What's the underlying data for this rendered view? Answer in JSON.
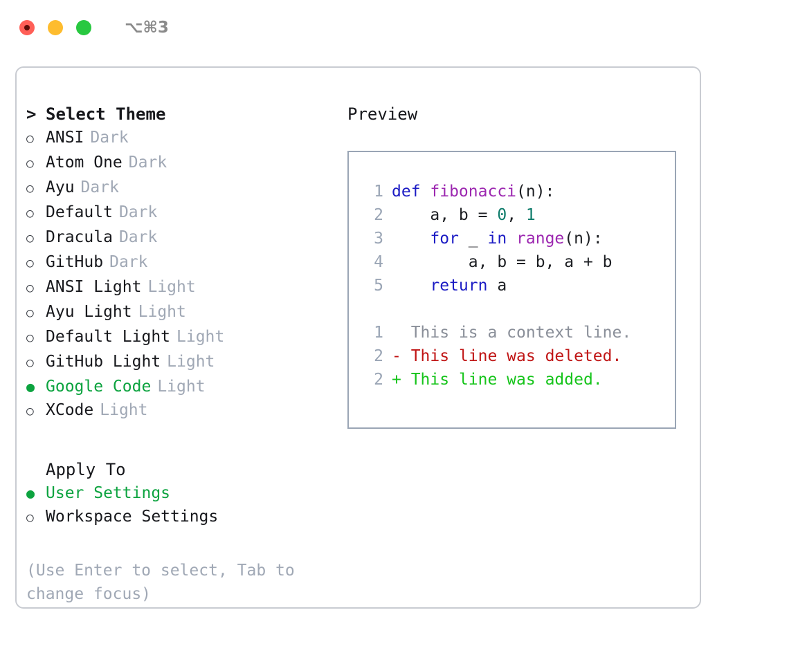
{
  "window": {
    "shortcut": "⌥⌘3",
    "traffic_lights": [
      "close",
      "minimize",
      "zoom"
    ]
  },
  "theme_panel": {
    "header": {
      "marker": ">",
      "label": "Select Theme"
    },
    "themes": [
      {
        "marker": "○",
        "name": "ANSI",
        "variant": "Dark",
        "selected": false
      },
      {
        "marker": "○",
        "name": "Atom One",
        "variant": "Dark",
        "selected": false
      },
      {
        "marker": "○",
        "name": "Ayu",
        "variant": "Dark",
        "selected": false
      },
      {
        "marker": "○",
        "name": "Default",
        "variant": "Dark",
        "selected": false
      },
      {
        "marker": "○",
        "name": "Dracula",
        "variant": "Dark",
        "selected": false
      },
      {
        "marker": "○",
        "name": "GitHub",
        "variant": "Dark",
        "selected": false
      },
      {
        "marker": "○",
        "name": "ANSI Light",
        "variant": "Light",
        "selected": false
      },
      {
        "marker": "○",
        "name": "Ayu Light",
        "variant": "Light",
        "selected": false
      },
      {
        "marker": "○",
        "name": "Default Light",
        "variant": "Light",
        "selected": false
      },
      {
        "marker": "○",
        "name": "GitHub Light",
        "variant": "Light",
        "selected": false
      },
      {
        "marker": "●",
        "name": "Google Code",
        "variant": "Light",
        "selected": true
      },
      {
        "marker": "○",
        "name": "XCode",
        "variant": "Light",
        "selected": false
      }
    ],
    "apply_to": {
      "header": "Apply To",
      "options": [
        {
          "marker": "●",
          "name": "User Settings",
          "selected": true
        },
        {
          "marker": "○",
          "name": "Workspace Settings",
          "selected": false
        }
      ]
    },
    "hint": "(Use Enter to select, Tab to change focus)"
  },
  "preview": {
    "title": "Preview",
    "code_lines": [
      {
        "no": "1",
        "tokens": [
          {
            "t": "def ",
            "c": "kw"
          },
          {
            "t": "fibonacci",
            "c": "fn"
          },
          {
            "t": "(n):",
            "c": "plain"
          }
        ]
      },
      {
        "no": "2",
        "tokens": [
          {
            "t": "    a, b = ",
            "c": "plain"
          },
          {
            "t": "0",
            "c": "num"
          },
          {
            "t": ", ",
            "c": "plain"
          },
          {
            "t": "1",
            "c": "num"
          }
        ]
      },
      {
        "no": "3",
        "tokens": [
          {
            "t": "    ",
            "c": "plain"
          },
          {
            "t": "for",
            "c": "kw"
          },
          {
            "t": " _ ",
            "c": "plain"
          },
          {
            "t": "in",
            "c": "kw"
          },
          {
            "t": " ",
            "c": "plain"
          },
          {
            "t": "range",
            "c": "fn"
          },
          {
            "t": "(n):",
            "c": "plain"
          }
        ]
      },
      {
        "no": "4",
        "tokens": [
          {
            "t": "        a, b = b, a + b",
            "c": "plain"
          }
        ]
      },
      {
        "no": "5",
        "tokens": [
          {
            "t": "    ",
            "c": "plain"
          },
          {
            "t": "return",
            "c": "kw"
          },
          {
            "t": " a",
            "c": "plain"
          }
        ]
      }
    ],
    "diff_lines": [
      {
        "no": "1",
        "sign": " ",
        "text": "This is a context line.",
        "kind": "ctx"
      },
      {
        "no": "2",
        "sign": "-",
        "text": "This line was deleted.",
        "kind": "del"
      },
      {
        "no": "2",
        "sign": "+",
        "text": "This line was added.",
        "kind": "add"
      }
    ]
  },
  "colors": {
    "selected_green": "#0ca33f",
    "variant_gray": "#a0a8b5",
    "keyword_blue": "#1b1bc4",
    "function_purple": "#9c27b0",
    "number_teal": "#0e7c6b",
    "diff_deleted": "#c01515",
    "diff_added": "#16c41b",
    "panel_border": "#9aa5b5",
    "frame_border": "#c9ccd2"
  }
}
